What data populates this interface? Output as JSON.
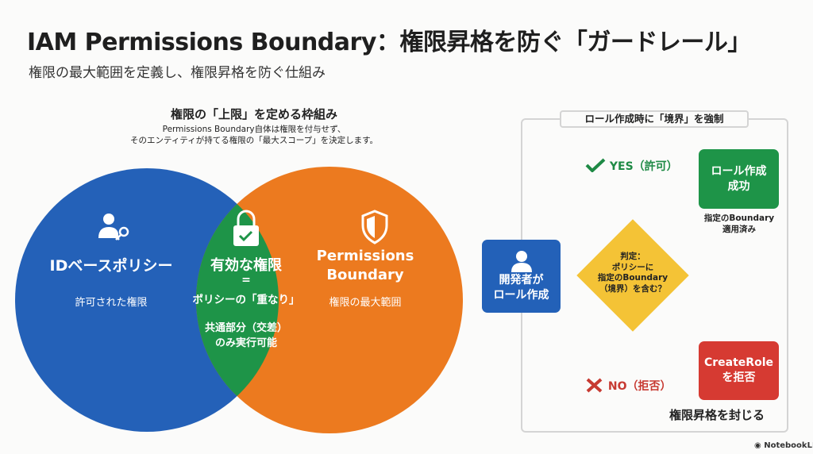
{
  "title": "IAM Permissions Boundary：権限昇格を防ぐ「ガードレール」",
  "subtitle": "権限の最大範囲を定義し、権限昇格を防ぐ仕組み",
  "framework": {
    "title": "権限の「上限」を定める枠組み",
    "desc_line1": "Permissions Boundary自体は権限を付与せず、",
    "desc_line2": "そのエンティティが持てる権限の「最大スコープ」を決定します。"
  },
  "venn": {
    "left": {
      "title": "IDベースポリシー",
      "desc": "許可された権限",
      "color": "#2461b8"
    },
    "right": {
      "title_line1": "Permissions",
      "title_line2": "Boundary",
      "desc": "権限の最大範囲",
      "color": "#ec7a1f"
    },
    "center": {
      "title": "有効な権限",
      "eq": "=",
      "desc": "ポリシーの「重なり」",
      "note_line1": "共通部分（交差）",
      "note_line2": "のみ実行可能",
      "color": "#1e9448"
    }
  },
  "flow": {
    "panel_title": "ロール作成時に「境界」を強制",
    "start_line1": "開発者が",
    "start_line2": "ロール作成",
    "decision": [
      "判定：",
      "ポリシーに",
      "指定のBoundary",
      "（境界）を含む？"
    ],
    "yes_label": "YES（許可）",
    "no_label": "NO（拒否）",
    "ok_line1": "ロール作成",
    "ok_line2": "成功",
    "ok_note_line1": "指定のBoundary",
    "ok_note_line2": "適用済み",
    "ng_line1": "CreateRole",
    "ng_line2": "を拒否",
    "footer": "権限昇格を封じる"
  },
  "brand": "NotebookLM"
}
